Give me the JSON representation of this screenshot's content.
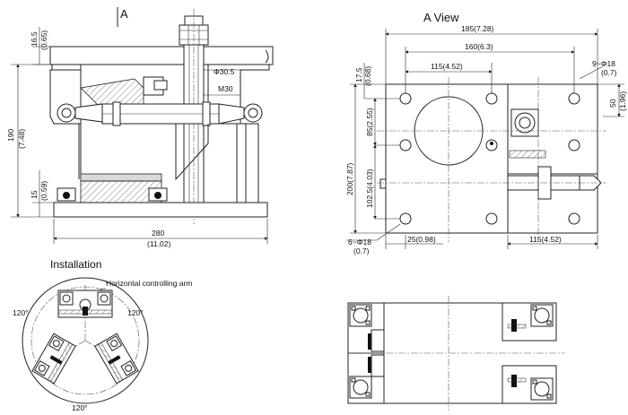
{
  "labels": {
    "section_a": "A",
    "a_view": "A View",
    "installation": "Installation",
    "horizontal_arm": "Horizontal controlling arm"
  },
  "dims": {
    "top_16_5": "16.5",
    "top_0_65": "(0.65)",
    "h190": "190",
    "h7_48": "(7.48)",
    "h15": "15",
    "h0_59": "(0.59)",
    "phi30_5": "Φ30.5",
    "m30": "M30",
    "w280": "280",
    "w11_02": "(11.02)",
    "w185": "185(7.28)",
    "w160": "160(6.3)",
    "w115_top": "115(4.52)",
    "v17_5": "17.5",
    "v0_68": "(0.68)",
    "v85": "85(2.55)",
    "v200": "200(7.87)",
    "v102_5": "102.5(4.03)",
    "holes9": "9~Φ18",
    "holes9_in": "(0.7)",
    "r50": "50",
    "r1_96": "(1.96)",
    "holes6": "6~Φ18",
    "holes6_in": "(0.7)",
    "w25": "25(0.98)",
    "w115_bot": "115(4.52)",
    "ang1": "120°",
    "ang2": "120°",
    "ang3": "120°"
  }
}
